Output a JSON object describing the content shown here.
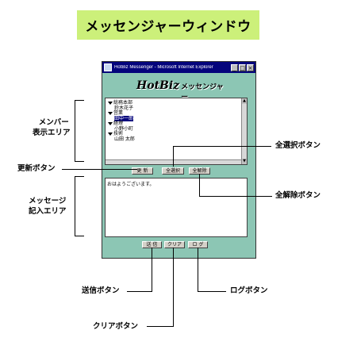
{
  "banner": {
    "title": "メッセンジャーウィンドウ"
  },
  "window": {
    "title": "HotBiz Messenger - Microsoft Internet Explorer",
    "controls": [
      "_",
      "□",
      "×"
    ],
    "logo_brand": "HotBiz",
    "logo_text": "メッセンジャー"
  },
  "members": {
    "groups": [
      {
        "name": "総務本部",
        "members": [
          {
            "name": "鈴木花子",
            "selected": false
          }
        ]
      },
      {
        "name": "営業",
        "members": [
          {
            "name": "田中一郎",
            "selected": true
          }
        ]
      },
      {
        "name": "経理",
        "members": [
          {
            "name": "小野小町",
            "selected": false
          }
        ]
      },
      {
        "name": "技術",
        "members": [
          {
            "name": "山田 太郎",
            "selected": false
          }
        ]
      }
    ]
  },
  "buttons": {
    "refresh": "更 新",
    "select_all": "全選択",
    "deselect_all": "全解除",
    "send": "送 信",
    "clear": "クリア",
    "log": "ロ グ"
  },
  "message": {
    "text": "おはようございます。"
  },
  "labels": {
    "member_area_1": "メンバー",
    "member_area_2": "表示エリア",
    "refresh_btn": "更新ボタン",
    "select_all_btn": "全選択ボタン",
    "deselect_all_btn": "全解除ボタン",
    "message_area_1": "メッセージ",
    "message_area_2": "記入エリア",
    "send_btn": "送信ボタン",
    "clear_btn": "クリアボタン",
    "log_btn": "ログボタン"
  },
  "colors": {
    "banner_bg": "#ccf07a",
    "window_bg": "#8cc6b4",
    "titlebar_bg": "#04047c",
    "selection_bg": "#04047c"
  }
}
